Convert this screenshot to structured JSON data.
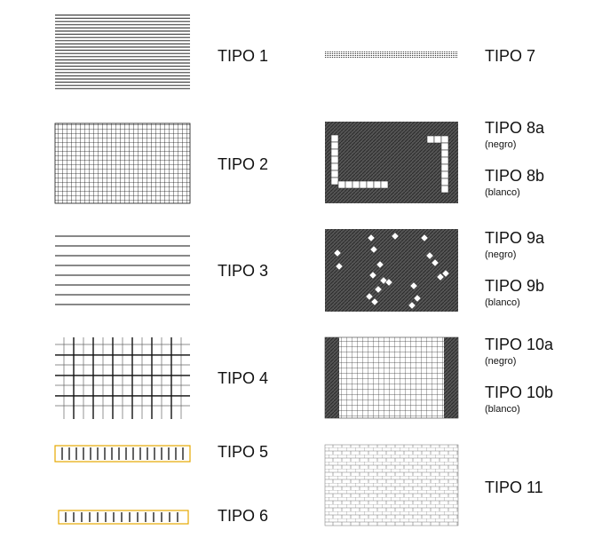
{
  "items": [
    {
      "label": "TIPO 1"
    },
    {
      "label": "TIPO 2"
    },
    {
      "label": "TIPO 3"
    },
    {
      "label": "TIPO 4"
    },
    {
      "label": "TIPO 5"
    },
    {
      "label": "TIPO 6"
    },
    {
      "label": "TIPO 7"
    },
    {
      "label": "TIPO 8a",
      "sub": "(negro)"
    },
    {
      "label": "TIPO 8b",
      "sub": "(blanco)"
    },
    {
      "label": "TIPO 9a",
      "sub": "(negro)"
    },
    {
      "label": "TIPO 9b",
      "sub": "(blanco)"
    },
    {
      "label": "TIPO 10a",
      "sub": "(negro)"
    },
    {
      "label": "TIPO 10b",
      "sub": "(blanco)"
    },
    {
      "label": "TIPO 11"
    }
  ],
  "colors": {
    "line": "#111111",
    "dark_fill": "#4a4a4a",
    "pattern_accent": "#e6a800",
    "white": "#ffffff"
  }
}
